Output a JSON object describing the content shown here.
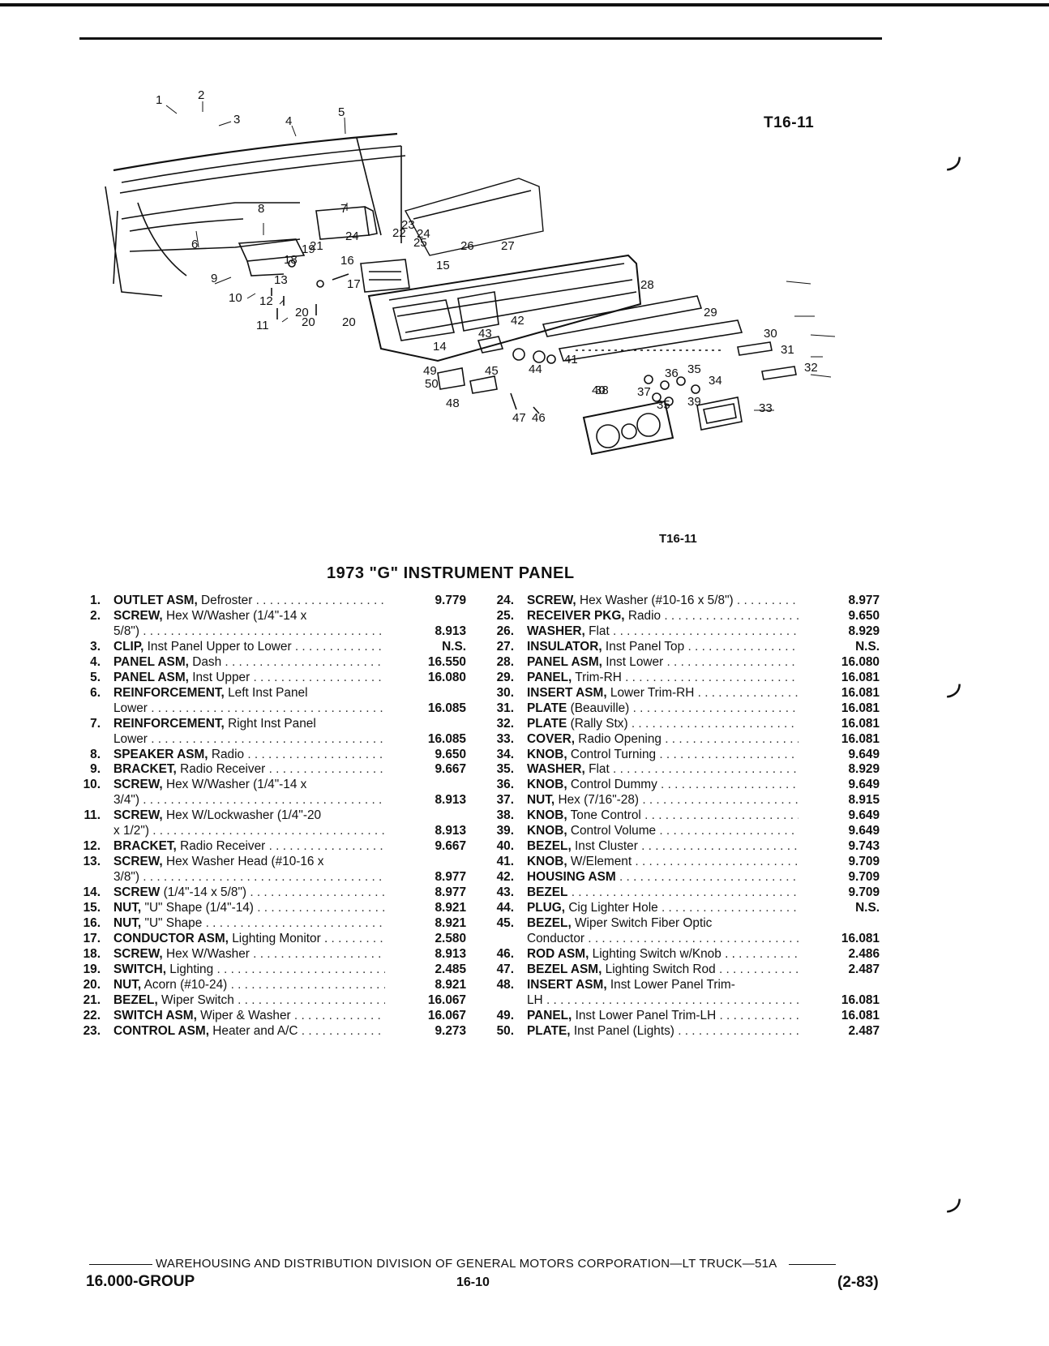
{
  "figure_code": "T16-11",
  "caption_code": "T16-11",
  "title": "1973 \"G\" INSTRUMENT PANEL",
  "diagram_callouts": [
    "1",
    "2",
    "3",
    "4",
    "5",
    "6",
    "7",
    "8",
    "9",
    "10",
    "11",
    "12",
    "13",
    "14",
    "15",
    "16",
    "17",
    "18",
    "19",
    "20",
    "20",
    "20",
    "21",
    "22",
    "23",
    "24",
    "24",
    "25",
    "26",
    "27",
    "28",
    "29",
    "30",
    "31",
    "32",
    "33",
    "34",
    "35",
    "35",
    "36",
    "37",
    "38",
    "39",
    "40",
    "41",
    "42",
    "43",
    "44",
    "45",
    "46",
    "47",
    "48",
    "49",
    "50"
  ],
  "parts_left": [
    {
      "num": "1.",
      "name": "OUTLET ASM,",
      "lines": [
        "Defroster"
      ],
      "catalog": "9.779"
    },
    {
      "num": "2.",
      "name": "SCREW,",
      "lines": [
        "Hex W/Washer (1/4\"-14 x",
        "5/8\")"
      ],
      "catalog": "8.913"
    },
    {
      "num": "3.",
      "name": "CLIP,",
      "lines": [
        "Inst Panel Upper to Lower"
      ],
      "catalog": "N.S."
    },
    {
      "num": "4.",
      "name": "PANEL ASM,",
      "lines": [
        "Dash"
      ],
      "catalog": "16.550"
    },
    {
      "num": "5.",
      "name": "PANEL ASM,",
      "lines": [
        "Inst Upper"
      ],
      "catalog": "16.080"
    },
    {
      "num": "6.",
      "name": "REINFORCEMENT,",
      "lines": [
        "Left Inst Panel",
        "Lower"
      ],
      "catalog": "16.085"
    },
    {
      "num": "7.",
      "name": "REINFORCEMENT,",
      "lines": [
        "Right Inst Panel",
        "Lower"
      ],
      "catalog": "16.085"
    },
    {
      "num": "8.",
      "name": "SPEAKER ASM,",
      "lines": [
        "Radio"
      ],
      "catalog": "9.650"
    },
    {
      "num": "9.",
      "name": "BRACKET,",
      "lines": [
        "Radio Receiver"
      ],
      "catalog": "9.667"
    },
    {
      "num": "10.",
      "name": "SCREW,",
      "lines": [
        "Hex W/Washer (1/4\"-14 x",
        "3/4\")"
      ],
      "catalog": "8.913"
    },
    {
      "num": "11.",
      "name": "SCREW,",
      "lines": [
        "Hex W/Lockwasher (1/4\"-20",
        "x 1/2\")"
      ],
      "catalog": "8.913"
    },
    {
      "num": "12.",
      "name": "BRACKET,",
      "lines": [
        "Radio Receiver"
      ],
      "catalog": "9.667"
    },
    {
      "num": "13.",
      "name": "SCREW,",
      "lines": [
        "Hex Washer Head (#10-16 x",
        "3/8\")"
      ],
      "catalog": "8.977"
    },
    {
      "num": "14.",
      "name": "SCREW",
      "lines": [
        "(1/4\"-14 x 5/8\")"
      ],
      "catalog": "8.977"
    },
    {
      "num": "15.",
      "name": "NUT,",
      "lines": [
        "\"U\" Shape (1/4\"-14)"
      ],
      "catalog": "8.921"
    },
    {
      "num": "16.",
      "name": "NUT,",
      "lines": [
        "\"U\" Shape"
      ],
      "catalog": "8.921"
    },
    {
      "num": "17.",
      "name": "CONDUCTOR ASM,",
      "lines": [
        "Lighting Monitor ."
      ],
      "catalog": "2.580"
    },
    {
      "num": "18.",
      "name": "SCREW,",
      "lines": [
        "Hex W/Washer"
      ],
      "catalog": "8.913"
    },
    {
      "num": "19.",
      "name": "SWITCH,",
      "lines": [
        "Lighting"
      ],
      "catalog": "2.485"
    },
    {
      "num": "20.",
      "name": "NUT,",
      "lines": [
        "Acorn (#10-24)"
      ],
      "catalog": "8.921"
    },
    {
      "num": "21.",
      "name": "BEZEL,",
      "lines": [
        "Wiper Switch"
      ],
      "catalog": "16.067"
    },
    {
      "num": "22.",
      "name": "SWITCH ASM,",
      "lines": [
        "Wiper & Washer"
      ],
      "catalog": "16.067"
    },
    {
      "num": "23.",
      "name": "CONTROL ASM,",
      "lines": [
        "Heater and A/C"
      ],
      "catalog": "9.273"
    }
  ],
  "parts_right": [
    {
      "num": "24.",
      "name": "SCREW,",
      "lines": [
        "Hex Washer (#10-16 x 5/8\")"
      ],
      "catalog": "8.977"
    },
    {
      "num": "25.",
      "name": "RECEIVER PKG,",
      "lines": [
        "Radio"
      ],
      "catalog": "9.650"
    },
    {
      "num": "26.",
      "name": "WASHER,",
      "lines": [
        "Flat"
      ],
      "catalog": "8.929"
    },
    {
      "num": "27.",
      "name": "INSULATOR,",
      "lines": [
        "Inst Panel Top"
      ],
      "catalog": "N.S."
    },
    {
      "num": "28.",
      "name": "PANEL ASM,",
      "lines": [
        "Inst Lower"
      ],
      "catalog": "16.080"
    },
    {
      "num": "29.",
      "name": "PANEL,",
      "lines": [
        "Trim-RH"
      ],
      "catalog": "16.081"
    },
    {
      "num": "30.",
      "name": "INSERT ASM,",
      "lines": [
        "Lower Trim-RH"
      ],
      "catalog": "16.081"
    },
    {
      "num": "31.",
      "name": "PLATE",
      "lines": [
        "(Beauville)"
      ],
      "catalog": "16.081"
    },
    {
      "num": "32.",
      "name": "PLATE",
      "lines": [
        "(Rally Stx)"
      ],
      "catalog": "16.081"
    },
    {
      "num": "33.",
      "name": "COVER,",
      "lines": [
        "Radio Opening"
      ],
      "catalog": "16.081"
    },
    {
      "num": "34.",
      "name": "KNOB,",
      "lines": [
        "Control Turning"
      ],
      "catalog": "9.649"
    },
    {
      "num": "35.",
      "name": "WASHER,",
      "lines": [
        "Flat"
      ],
      "catalog": "8.929"
    },
    {
      "num": "36.",
      "name": "KNOB,",
      "lines": [
        "Control Dummy"
      ],
      "catalog": "9.649"
    },
    {
      "num": "37.",
      "name": "NUT,",
      "lines": [
        "Hex (7/16\"-28)"
      ],
      "catalog": "8.915"
    },
    {
      "num": "38.",
      "name": "KNOB,",
      "lines": [
        "Tone Control"
      ],
      "catalog": "9.649"
    },
    {
      "num": "39.",
      "name": "KNOB,",
      "lines": [
        "Control Volume"
      ],
      "catalog": "9.649"
    },
    {
      "num": "40.",
      "name": "BEZEL,",
      "lines": [
        "Inst Cluster"
      ],
      "catalog": "9.743"
    },
    {
      "num": "41.",
      "name": "KNOB,",
      "lines": [
        "W/Element"
      ],
      "catalog": "9.709"
    },
    {
      "num": "42.",
      "name": "HOUSING ASM",
      "lines": [
        ""
      ],
      "catalog": "9.709"
    },
    {
      "num": "43.",
      "name": "BEZEL",
      "lines": [
        ""
      ],
      "catalog": "9.709"
    },
    {
      "num": "44.",
      "name": "PLUG,",
      "lines": [
        "Cig Lighter Hole"
      ],
      "catalog": "N.S."
    },
    {
      "num": "45.",
      "name": "BEZEL,",
      "lines": [
        "Wiper Switch Fiber Optic",
        "Conductor"
      ],
      "catalog": "16.081"
    },
    {
      "num": "46.",
      "name": "ROD ASM,",
      "lines": [
        "Lighting Switch w/Knob . ."
      ],
      "catalog": "2.486"
    },
    {
      "num": "47.",
      "name": "BEZEL ASM,",
      "lines": [
        "Lighting Switch Rod"
      ],
      "catalog": "2.487"
    },
    {
      "num": "48.",
      "name": "INSERT ASM,",
      "lines": [
        "Inst Lower Panel Trim-",
        "LH"
      ],
      "catalog": "16.081"
    },
    {
      "num": "49.",
      "name": "PANEL,",
      "lines": [
        "Inst Lower Panel Trim-LH"
      ],
      "catalog": "16.081"
    },
    {
      "num": "50.",
      "name": "PLATE,",
      "lines": [
        "Inst Panel (Lights)"
      ],
      "catalog": "2.487"
    }
  ],
  "footer": {
    "division": "WAREHOUSING AND DISTRIBUTION DIVISION OF GENERAL MOTORS CORPORATION—LT TRUCK—51A",
    "group": "16.000-GROUP",
    "page": "16-10",
    "date": "(2-83)"
  }
}
